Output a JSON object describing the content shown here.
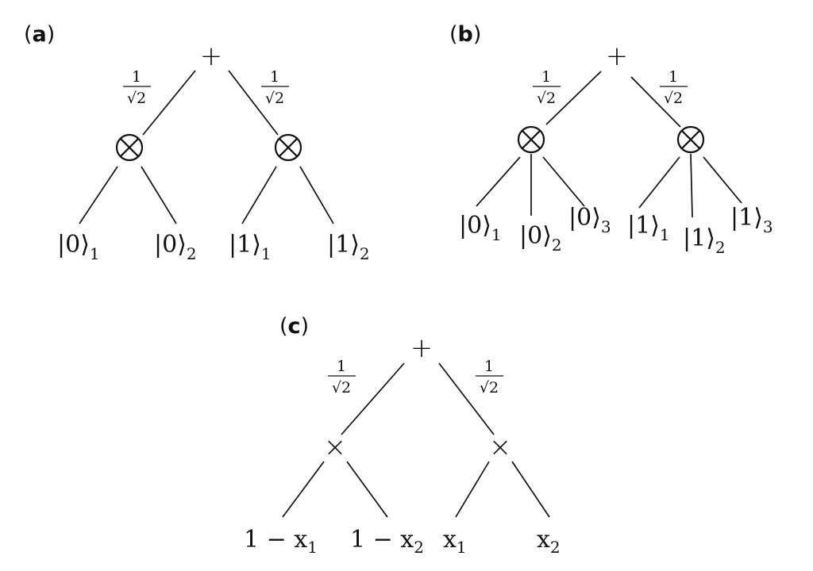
{
  "panels": [
    {
      "id": "a",
      "label": "a",
      "root": "+",
      "weights": [
        "1",
        "1"
      ],
      "weight_radicand": "2",
      "product_symbol": "⊗",
      "leaves": [
        {
          "ket": "0",
          "sub": "1"
        },
        {
          "ket": "0",
          "sub": "2"
        },
        {
          "ket": "1",
          "sub": "1"
        },
        {
          "ket": "1",
          "sub": "2"
        }
      ]
    },
    {
      "id": "b",
      "label": "b",
      "root": "+",
      "weights": [
        "1",
        "1"
      ],
      "weight_radicand": "2",
      "product_symbol": "⊗",
      "leaves": [
        {
          "ket": "0",
          "sub": "1"
        },
        {
          "ket": "0",
          "sub": "2"
        },
        {
          "ket": "0",
          "sub": "3"
        },
        {
          "ket": "1",
          "sub": "1"
        },
        {
          "ket": "1",
          "sub": "2"
        },
        {
          "ket": "1",
          "sub": "3"
        }
      ]
    },
    {
      "id": "c",
      "label": "c",
      "root": "+",
      "weights": [
        "1",
        "1"
      ],
      "weight_radicand": "2",
      "product_symbol": "×",
      "leaves": [
        {
          "text": "1 − x",
          "sub": "1"
        },
        {
          "text": "1 − x",
          "sub": "2"
        },
        {
          "text": "x",
          "sub": "1"
        },
        {
          "text": "x",
          "sub": "2"
        }
      ]
    }
  ]
}
